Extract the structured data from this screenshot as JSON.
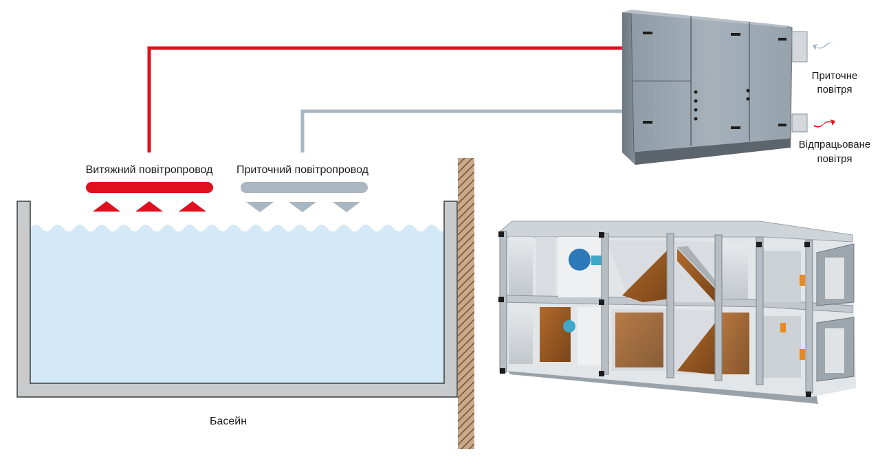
{
  "labels": {
    "exhaust_duct": "Витяжний повітропровод",
    "supply_duct": "Приточний повітропровод",
    "pool": "Басейн",
    "supply_air_line1": "Приточне",
    "supply_air_line2": "повітря",
    "exhaust_air_line1": "Відпрацьоване",
    "exhaust_air_line2": "повітря"
  },
  "colors": {
    "exhaust": "#e0101e",
    "supply": "#a9b7c2",
    "water": "#d3e9f8",
    "pool_wall": "#c8cacc",
    "wall_hatch": "#a08060"
  }
}
